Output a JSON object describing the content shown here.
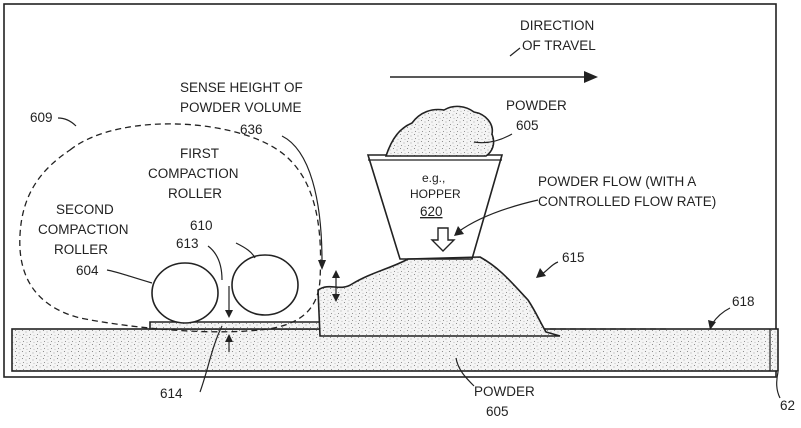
{
  "labels": {
    "direction_line1": "DIRECTION",
    "direction_line2": "OF TRAVEL",
    "sense_line1": "SENSE HEIGHT OF",
    "sense_line2": "POWDER VOLUME",
    "sense_ref": "636",
    "powder_top": "POWDER",
    "powder_top_ref": "605",
    "hopper_eg": "e.g.,",
    "hopper_name": "HOPPER",
    "hopper_ref": "620",
    "flow_line1": "POWDER FLOW (WITH A",
    "flow_line2": "CONTROLLED FLOW RATE)",
    "first_line1": "FIRST",
    "first_line2": "COMPACTION",
    "first_line3": "ROLLER",
    "first_ref": "610",
    "second_line1": "SECOND",
    "second_line2": "COMPACTION",
    "second_line3": "ROLLER",
    "second_ref": "604",
    "ref_609": "609",
    "ref_613": "613",
    "ref_614": "614",
    "ref_615": "615",
    "ref_618": "618",
    "ref_62": "62",
    "powder_bottom": "POWDER",
    "powder_bottom_ref": "605"
  }
}
